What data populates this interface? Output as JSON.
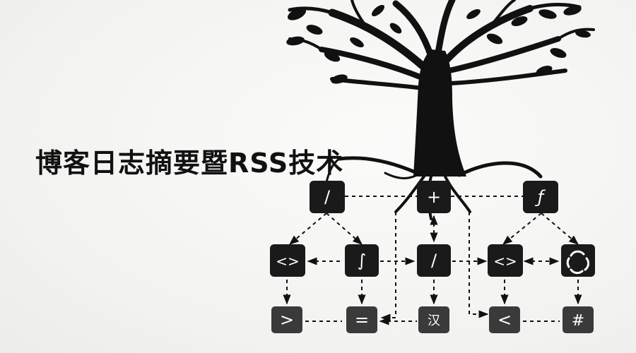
{
  "title": "博客日志摘要暨RSS技术",
  "colors": {
    "background": "#f4f4f2",
    "ink": "#111111",
    "node_fill": "#1a1a1a",
    "node_fill_bottom": "#3a3a3a",
    "glyph": "#ffffff"
  },
  "nodes": [
    {
      "id": "n-slash-top",
      "glyph": "/"
    },
    {
      "id": "n-plus",
      "glyph": "+"
    },
    {
      "id": "n-f",
      "glyph": "ƒ"
    },
    {
      "id": "n-code-left",
      "glyph": "<>"
    },
    {
      "id": "n-integral",
      "glyph": "∫"
    },
    {
      "id": "n-slash-mid",
      "glyph": "/"
    },
    {
      "id": "n-code-right",
      "glyph": "<>"
    },
    {
      "id": "n-cycle",
      "glyph": ""
    },
    {
      "id": "n-gt",
      "glyph": ">"
    },
    {
      "id": "n-eq",
      "glyph": "="
    },
    {
      "id": "n-han",
      "glyph": "汉"
    },
    {
      "id": "n-lt",
      "glyph": "<"
    },
    {
      "id": "n-hash",
      "glyph": "#"
    }
  ]
}
